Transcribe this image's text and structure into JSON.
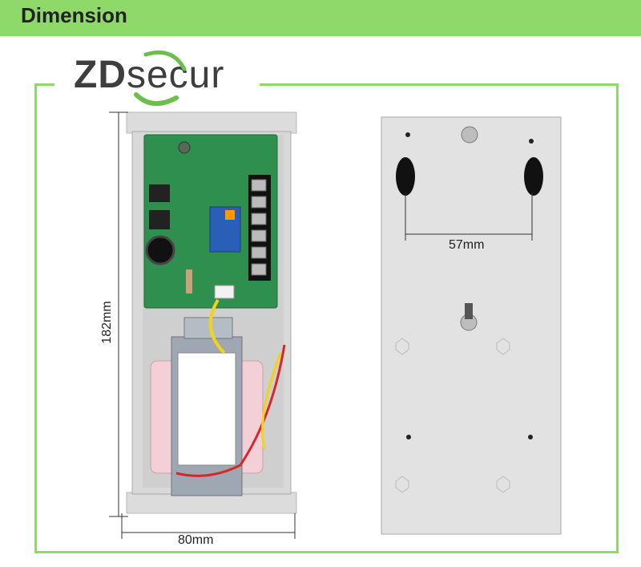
{
  "header": {
    "title": "Dimension"
  },
  "logo": {
    "text_zd": "ZD",
    "text_secur": "secur"
  },
  "dimensions": {
    "height_label": "182mm",
    "width_label": "80mm",
    "hole_spacing_label": "57mm"
  },
  "colors": {
    "accent": "#8fd86a",
    "pcb": "#2f8f4f",
    "enclosure": "#e4e4e4",
    "text": "#222222"
  }
}
